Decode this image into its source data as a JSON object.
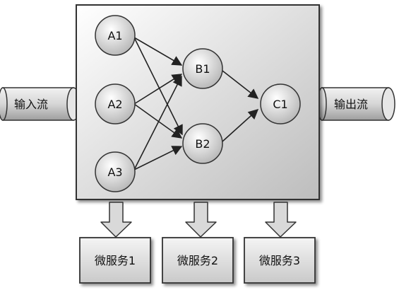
{
  "input_stream": {
    "label": "输入流"
  },
  "output_stream": {
    "label": "输出流"
  },
  "nodes": {
    "a1": "A1",
    "a2": "A2",
    "a3": "A3",
    "b1": "B1",
    "b2": "B2",
    "c1": "C1"
  },
  "edges": [
    [
      "A1",
      "B1"
    ],
    [
      "A1",
      "B2"
    ],
    [
      "A2",
      "B1"
    ],
    [
      "A2",
      "B2"
    ],
    [
      "A3",
      "B1"
    ],
    [
      "A3",
      "B2"
    ],
    [
      "B1",
      "C1"
    ],
    [
      "B2",
      "C1"
    ]
  ],
  "services": {
    "s1": "微服务1",
    "s2": "微服务2",
    "s3": "微服务3"
  }
}
